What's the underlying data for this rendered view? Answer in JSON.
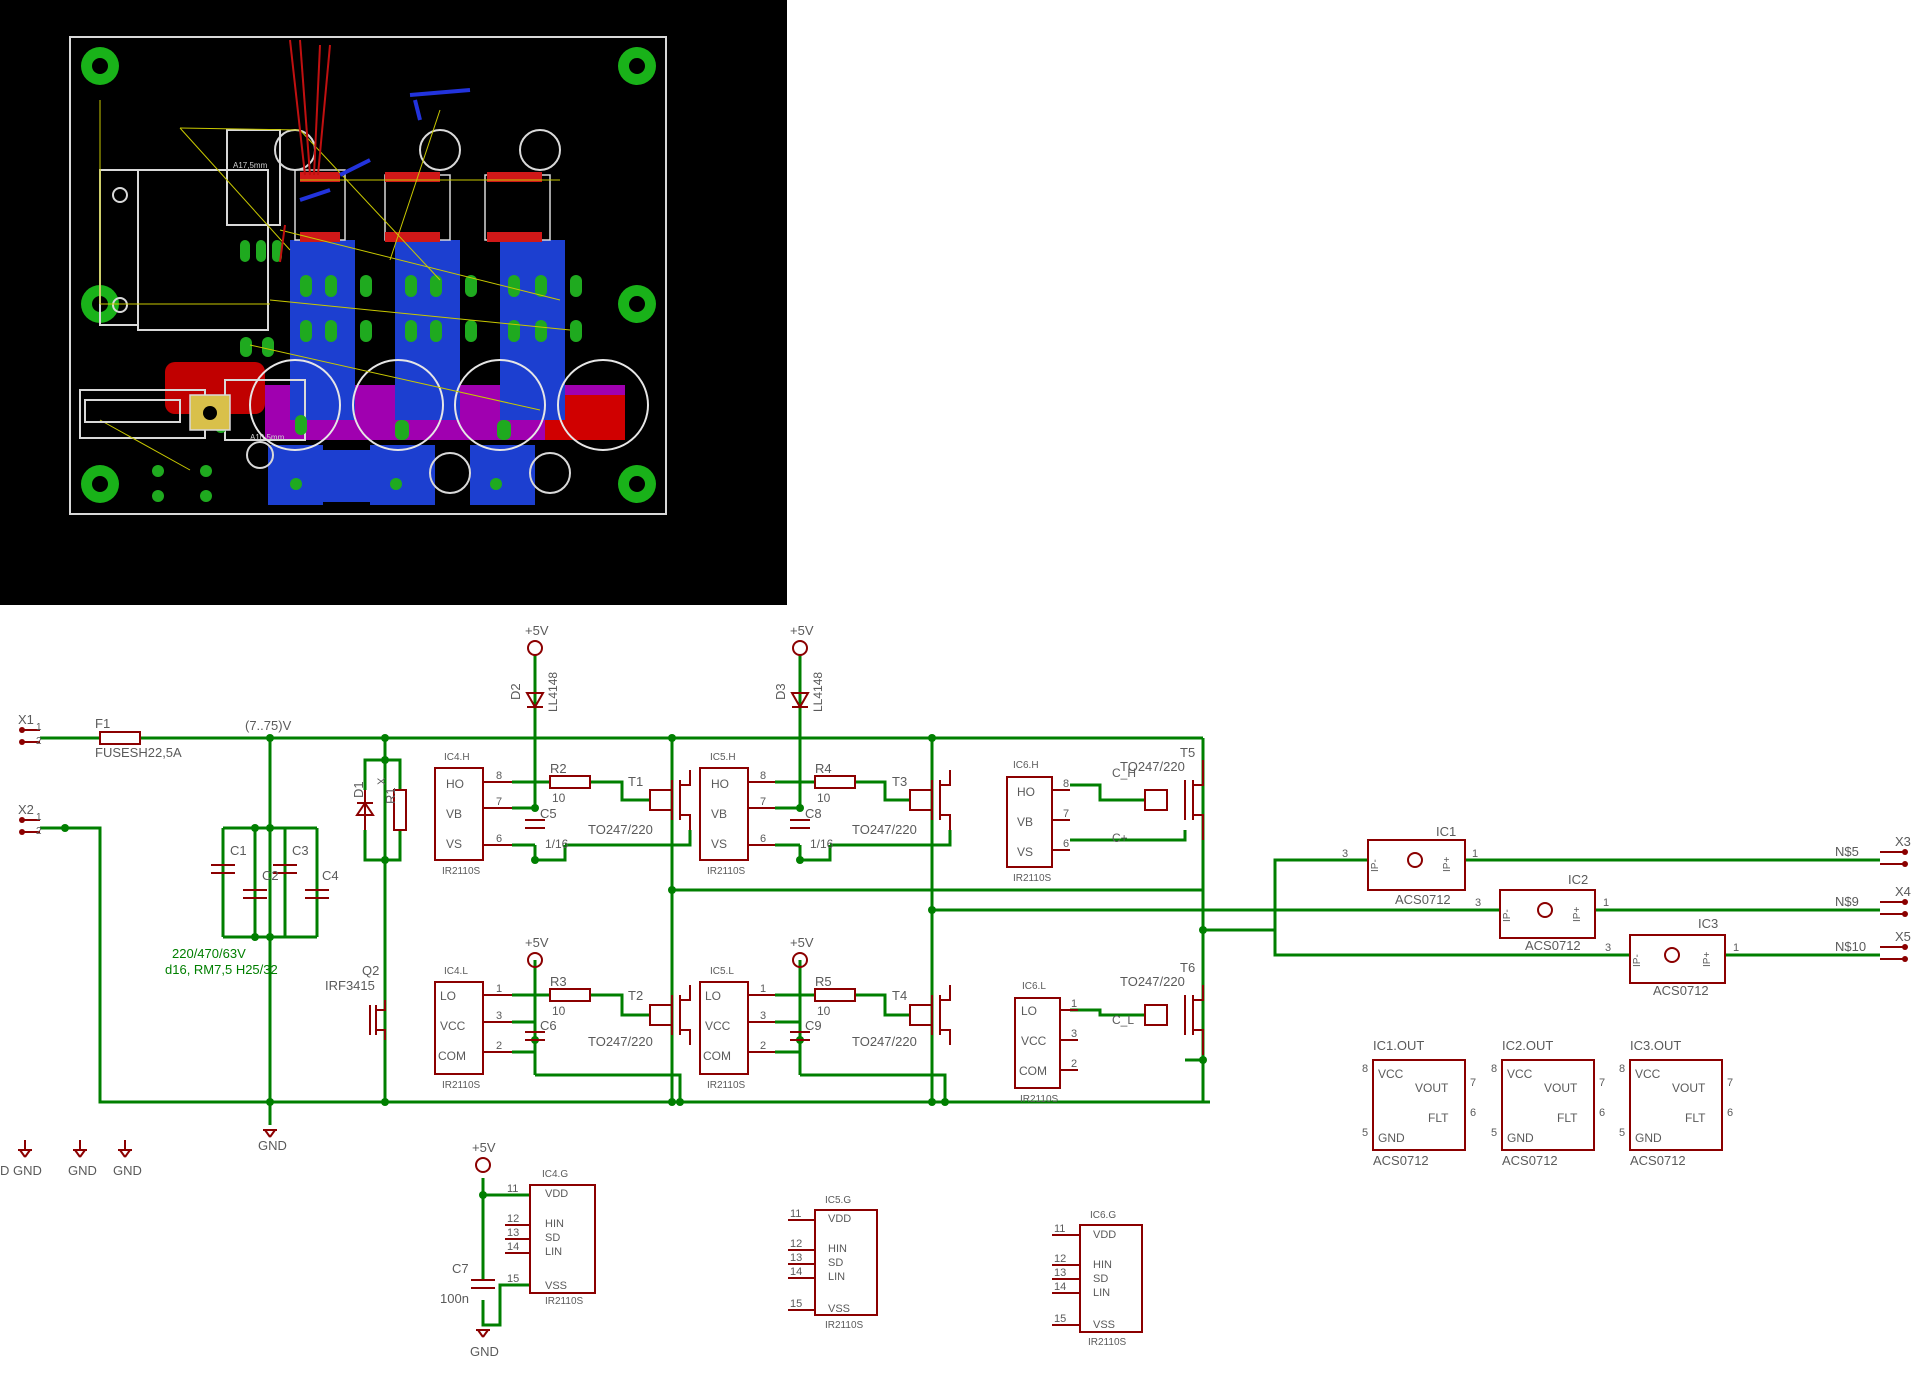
{
  "schematic": {
    "connectors": [
      "X1",
      "X2",
      "X3",
      "X4",
      "X5"
    ],
    "fuse": {
      "name": "F1",
      "value": "FUSESH22,5A"
    },
    "rail_label": "(7..75)V",
    "caps_bulk": [
      "C1",
      "C2",
      "C3",
      "C4"
    ],
    "caps_bulk_note_1": "220/470/63V",
    "caps_bulk_note_2": "d16, RM7,5 H25/32",
    "d1": "D1",
    "r1": "R1",
    "r1_val": "X",
    "q2": "Q2",
    "q2_val": "IRF3415",
    "supply": "+5V",
    "ground": "GND",
    "gnd_left_1": "D GND",
    "diodes": [
      {
        "name": "D2",
        "value": "LL4148"
      },
      {
        "name": "D3",
        "value": "LL4148"
      }
    ],
    "resistors": [
      {
        "name": "R2",
        "value": "10"
      },
      {
        "name": "R3",
        "value": "10"
      },
      {
        "name": "R4",
        "value": "10"
      },
      {
        "name": "R5",
        "value": "10"
      }
    ],
    "caps_boot": [
      {
        "name": "C5",
        "value": "1/16"
      },
      {
        "name": "C8",
        "value": "1/16"
      },
      {
        "name": "C6"
      },
      {
        "name": "C9"
      }
    ],
    "c7": {
      "name": "C7",
      "value": "100n"
    },
    "transistors": [
      "T1",
      "T2",
      "T3",
      "T4",
      "T5",
      "T6"
    ],
    "transistor_pkg": "TO247/220",
    "drivers_h": [
      "IC4.H",
      "IC5.H",
      "IC6.H"
    ],
    "drivers_l": [
      "IC4.L",
      "IC5.L",
      "IC6.L"
    ],
    "drivers_g": [
      "IC4.G",
      "IC5.G",
      "IC6.G"
    ],
    "driver_part": "IR2110S",
    "pins_h": {
      "ho": "HO",
      "vb": "VB",
      "vs": "VS",
      "n8": "8",
      "n7": "7",
      "n6": "6"
    },
    "pins_l": {
      "lo": "LO",
      "vcc": "VCC",
      "com": "COM",
      "n1": "1",
      "n3": "3",
      "n2": "2"
    },
    "pins_g": {
      "vdd": "VDD",
      "hin": "HIN",
      "sd": "SD",
      "lin": "LIN",
      "vss": "VSS",
      "n11": "11",
      "n12": "12",
      "n13": "13",
      "n14": "14",
      "n15": "15"
    },
    "ic6_labels": {
      "ch": "C_H",
      "cp": "C+",
      "cl": "C_L"
    },
    "sensors": [
      {
        "name": "IC1",
        "net": "N$5"
      },
      {
        "name": "IC2",
        "net": "N$9"
      },
      {
        "name": "IC3",
        "net": "N$10"
      }
    ],
    "sensor_part": "ACS0712",
    "sensor_pins": {
      "ipm": "IP-",
      "ipp": "IP+",
      "p3": "3",
      "p1": "1"
    },
    "sensor_out": [
      "IC1.OUT",
      "IC2.OUT",
      "IC3.OUT"
    ],
    "out_pins": {
      "vcc": "VCC",
      "vout": "VOUT",
      "flt": "FLT",
      "gnd": "GND",
      "p8": "8",
      "p7": "7",
      "p6": "6",
      "p5": "5"
    },
    "conn_pins": [
      "1",
      "2"
    ]
  },
  "pcb": {
    "label_a": "A17,5mm",
    "label_b": "A10,5mm"
  }
}
